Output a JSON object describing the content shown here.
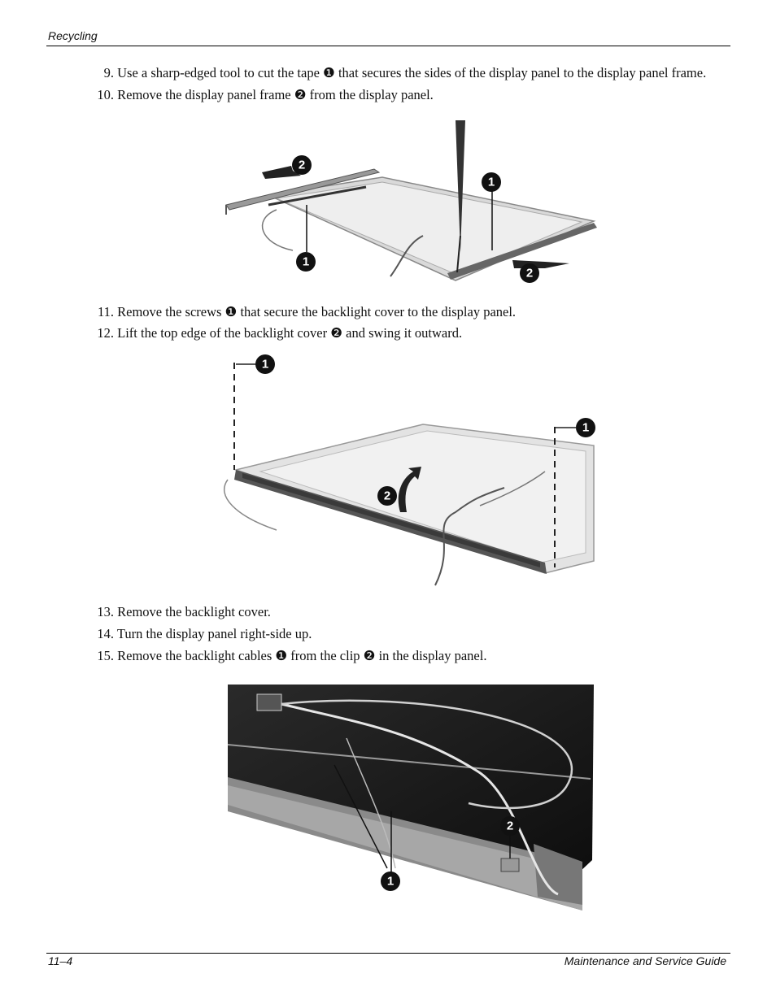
{
  "header": {
    "section": "Recycling"
  },
  "steps": [
    {
      "num": "9.",
      "text": "Use a sharp-edged tool to cut the tape ❶ that secures the sides of the display panel to the display panel frame."
    },
    {
      "num": "10.",
      "text": "Remove the display panel frame ❷ from the display panel."
    },
    {
      "num": "11.",
      "text": "Remove the screws ❶ that secure the backlight cover to the display panel."
    },
    {
      "num": "12.",
      "text": "Lift the top edge of the backlight cover ❷ and swing it outward."
    },
    {
      "num": "13.",
      "text": "Remove the backlight cover."
    },
    {
      "num": "14.",
      "text": "Turn the display panel right-side up."
    },
    {
      "num": "15.",
      "text": "Remove the backlight cables ❶ from the clip ❷ in the display panel."
    }
  ],
  "callouts": {
    "one": "1",
    "two": "2"
  },
  "footer": {
    "page": "11–4",
    "guide": "Maintenance and Service Guide"
  }
}
